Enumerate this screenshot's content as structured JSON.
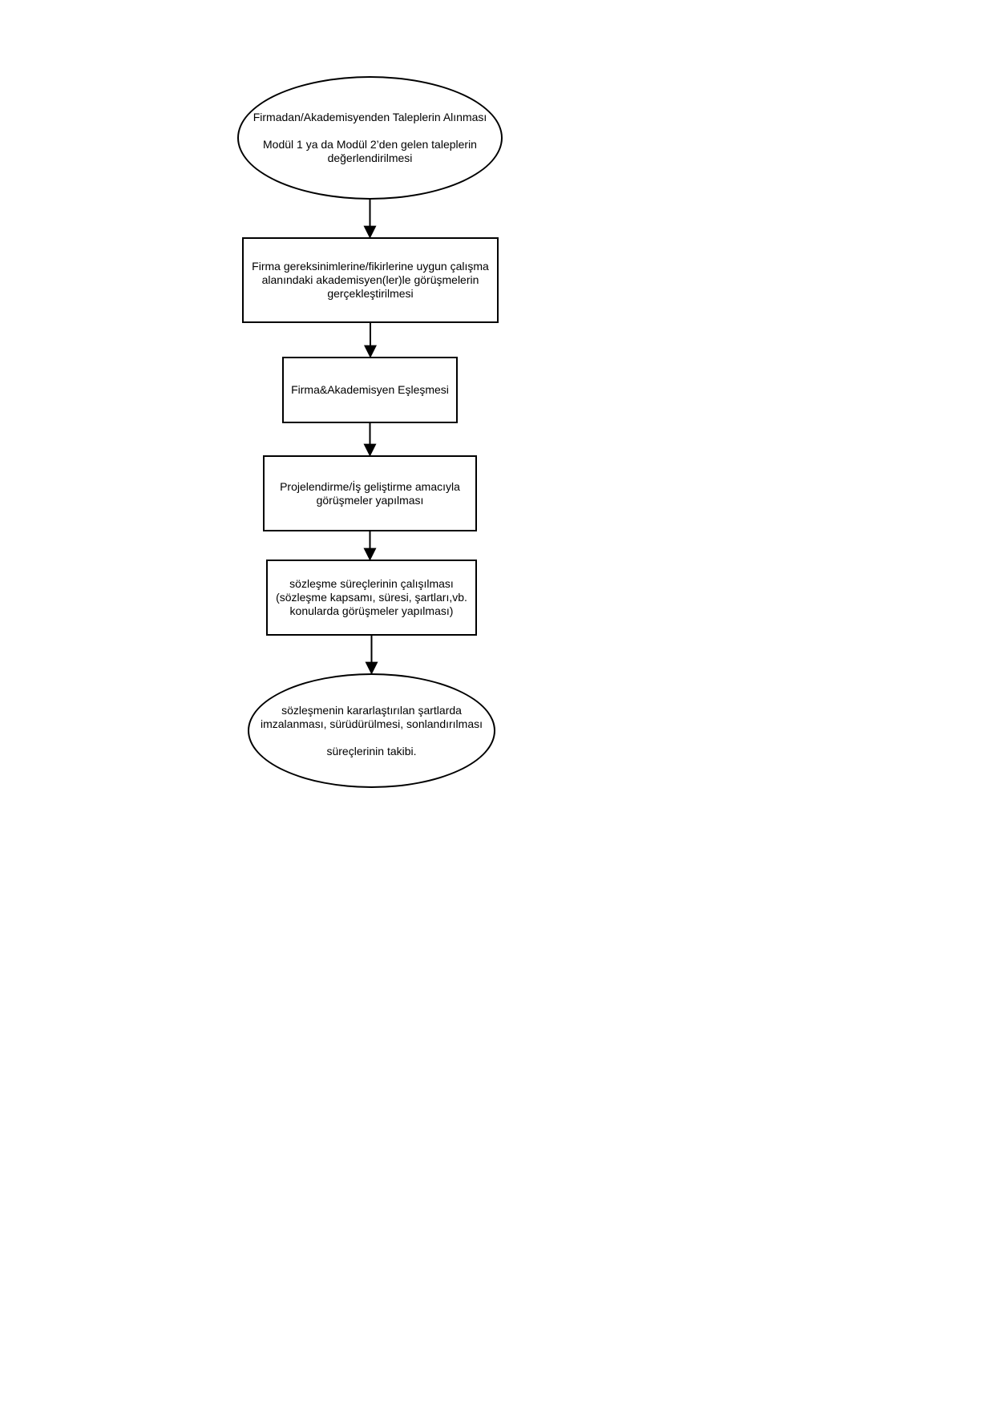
{
  "flowchart": {
    "nodes": [
      {
        "id": "n1",
        "shape": "ellipse",
        "lines": [
          "Firmadan/Akademisyenden Taleplerin Alınması",
          "",
          "Modül 1 ya da Modül 2’den gelen taleplerin",
          "değerlendirilmesi"
        ]
      },
      {
        "id": "n2",
        "shape": "rectangle",
        "lines": [
          "Firma gereksinimlerine/fikirlerine uygun çalışma",
          "alanındaki akademisyen(ler)le görüşmelerin",
          "gerçekleştirilmesi"
        ]
      },
      {
        "id": "n3",
        "shape": "rectangle",
        "lines": [
          "Firma&Akademisyen Eşleşmesi"
        ]
      },
      {
        "id": "n4",
        "shape": "rectangle",
        "lines": [
          "Projelendirme/İş geliştirme amacıyla",
          "görüşmeler yapılması"
        ]
      },
      {
        "id": "n5",
        "shape": "rectangle",
        "lines": [
          "sözleşme süreçlerinin çalışılması",
          "(sözleşme kapsamı, süresi, şartları,vb.",
          "konularda görüşmeler yapılması)"
        ]
      },
      {
        "id": "n6",
        "shape": "ellipse",
        "lines": [
          "sözleşmenin kararlaştırılan şartlarda",
          "imzalanması, sürüdürülmesi, sonlandırılması",
          "",
          "süreçlerinin takibi."
        ]
      }
    ],
    "edges": [
      {
        "from": "n1",
        "to": "n2"
      },
      {
        "from": "n2",
        "to": "n3"
      },
      {
        "from": "n3",
        "to": "n4"
      },
      {
        "from": "n4",
        "to": "n5"
      },
      {
        "from": "n5",
        "to": "n6"
      }
    ],
    "colors": {
      "stroke": "#000000",
      "fill": "#ffffff",
      "text": "#000000",
      "background": "#ffffff"
    }
  }
}
